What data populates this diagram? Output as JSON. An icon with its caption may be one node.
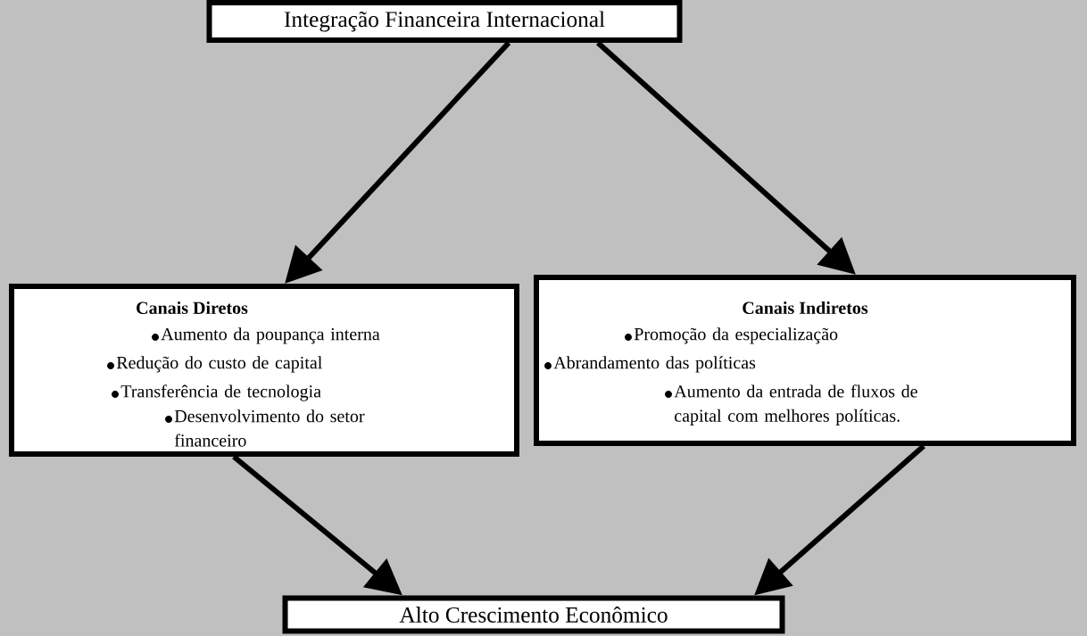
{
  "diagram": {
    "nodes": [
      {
        "text": [
          "Integração Financeira Internacional"
        ]
      },
      {
        "text": [
          "Canais Diretos",
          "Aumento da poupança interna",
          "Redução do custo de capital",
          "Transferência de tecnologia",
          "Desenvolvimento do setor financeiro"
        ]
      },
      {
        "text": [
          "Canais Indiretos",
          "Promoção da especialização",
          "Abrandamento das políticas",
          "Aumento da entrada de fluxos de capital com melhores políticas."
        ]
      },
      {
        "text": [
          "Alto Crescimento Econômico"
        ]
      }
    ],
    "edges": [
      {
        "from": 0,
        "to": 1,
        "arrow": "to"
      },
      {
        "from": 0,
        "to": 2,
        "arrow": "to"
      },
      {
        "from": 1,
        "to": 3,
        "arrow": "to"
      },
      {
        "from": 2,
        "to": 3,
        "arrow": "to"
      }
    ]
  }
}
